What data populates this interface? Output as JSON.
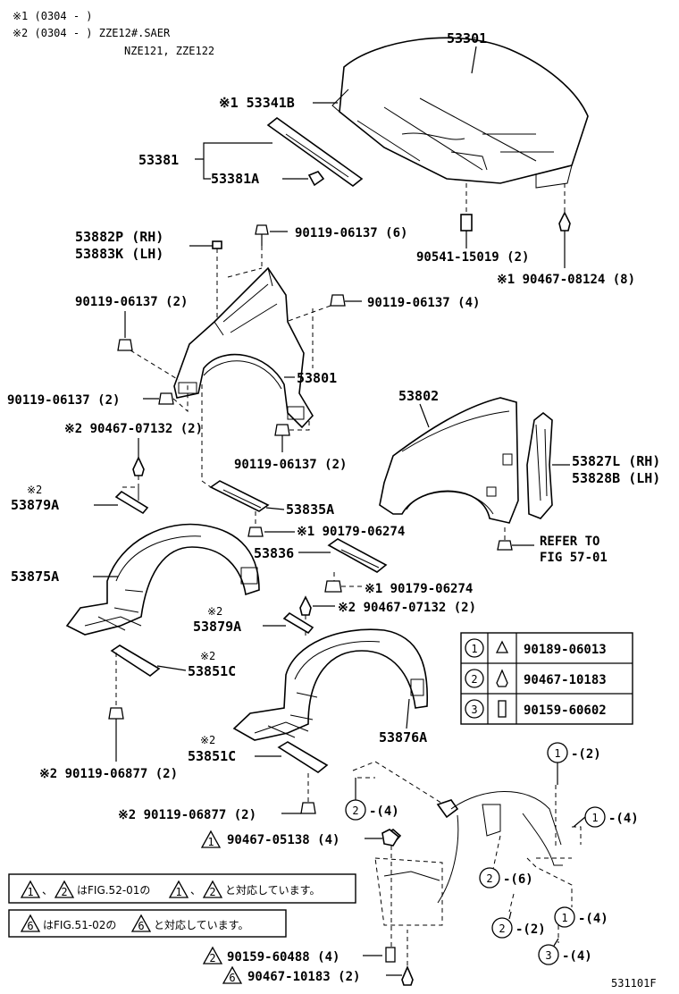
{
  "notes": {
    "n1": "※1 (0304 -        )",
    "n2": "※2 (0304 -        )  ZZE12#.SAER",
    "n3": "NZE121, ZZE122"
  },
  "parts": {
    "hood": "53301",
    "hood_seal": "※1 53341B",
    "seal_group": "53381",
    "seal_clip": "53381A",
    "hood_bump": "90541-15019 (2)",
    "hood_clip": "※1 90467-08124 (8)",
    "bracket_rh": "53882P (RH)",
    "bracket_lh": "53883K (LH)",
    "bolt_a": "90119-06137 (6)",
    "bolt_b": "90119-06137 (2)",
    "bolt_c": "90119-06137 (4)",
    "apron": "53801",
    "bolt_d": "90119-06137 (2)",
    "clip_a": "※2 90467-07132 (2)",
    "bolt_e": "90119-06137 (2)",
    "fender": "53802",
    "panel_rh": "53827L (RH)",
    "panel_lh": "53828B (LH)",
    "refer": "REFER TO",
    "refer_fig": "FIG 57-01",
    "mark_a": "※2",
    "seal_a": "53879A",
    "brace": "53835A",
    "screw_a": "※1 90179-06274",
    "brace2": "53836",
    "liner_rh": "53875A",
    "screw_b": "※1 90179-06274",
    "clip_b": "※2 90467-07132 (2)",
    "mark_b": "※2",
    "seal_b": "53879A",
    "mark_c": "※2",
    "seal_c": "53851C",
    "liner_lh": "53876A",
    "bolt_f": "※2 90119-06877 (2)",
    "mark_d": "※2",
    "seal_d": "53851C",
    "bolt_g": "※2 90119-06877 (2)",
    "tri1": "1",
    "tri1_pn": "90467-05138 (4)",
    "tri2": "2",
    "tri2_pn": "90159-60488 (4)",
    "tri6": "6",
    "tri6_pn": "90467-10183 (2)",
    "fig_id": "531101F"
  },
  "legend": [
    {
      "num": "1",
      "pn": "90189-06013"
    },
    {
      "num": "2",
      "pn": "90467-10183"
    },
    {
      "num": "3",
      "pn": "90159-60602"
    }
  ],
  "callouts": {
    "c1": {
      "num": "1",
      "qty": "-(2)"
    },
    "c2": {
      "num": "1",
      "qty": "-(4)"
    },
    "c3": {
      "num": "2",
      "qty": "-(4)"
    },
    "c4": {
      "num": "2",
      "qty": "-(6)"
    },
    "c5": {
      "num": "2",
      "qty": "-(2)"
    },
    "c6": {
      "num": "1",
      "qty": "-(4)"
    },
    "c7": {
      "num": "3",
      "qty": "-(4)"
    }
  },
  "boxes": {
    "box1": {
      "t1": "1",
      "t2": "2",
      "s1": "、",
      "s2": "はFIG.52-01の",
      "s3": "、",
      "s4": "と対応しています。"
    },
    "box2": {
      "t1": "6",
      "s1": "はFIG.51-02の",
      "s2": "と対応しています。"
    }
  }
}
